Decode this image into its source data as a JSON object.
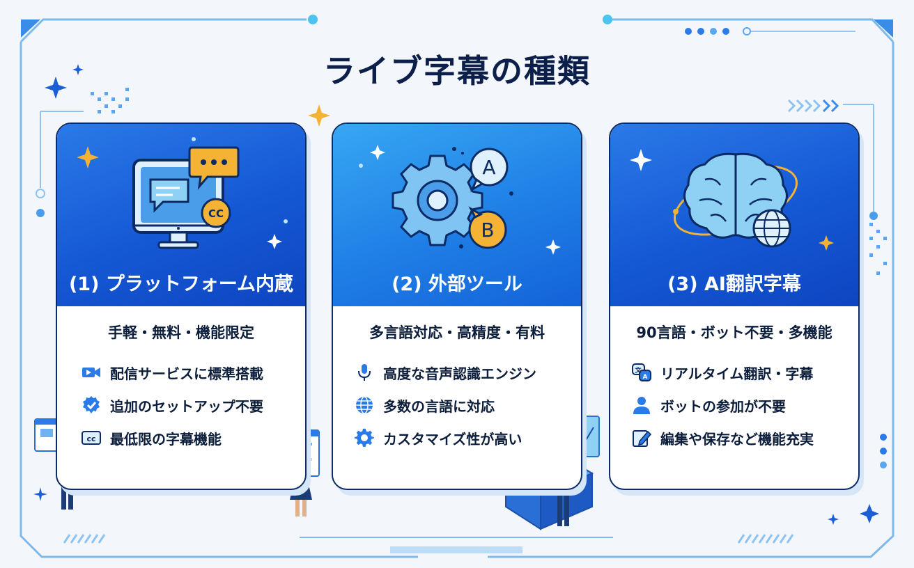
{
  "title": "ライブ字幕の種類",
  "colors": {
    "navy": "#0c1f4a",
    "blue": "#1558d4",
    "accent_gold": "#f5b335",
    "light_blue": "#d4e6f8"
  },
  "cards": [
    {
      "title": "(1) プラットフォーム内蔵",
      "subtitle": "手軽・無料・機能限定",
      "illustration": "monitor-chat-cc-icon",
      "features": [
        {
          "icon": "video-icon",
          "label": "配信サービスに標準搭載"
        },
        {
          "icon": "check-badge-icon",
          "label": "追加のセットアップ不要"
        },
        {
          "icon": "cc-icon",
          "label": "最低限の字幕機能"
        }
      ]
    },
    {
      "title": "(2) 外部ツール",
      "subtitle": "多言語対応・高精度・有料",
      "illustration": "gear-translate-icon",
      "illustration_letters": [
        "A",
        "B"
      ],
      "features": [
        {
          "icon": "microphone-icon",
          "label": "高度な音声認識エンジン"
        },
        {
          "icon": "globe-icon",
          "label": "多数の言語に対応"
        },
        {
          "icon": "gear-icon",
          "label": "カスタマイズ性が高い"
        }
      ]
    },
    {
      "title": "(3) AI翻訳字幕",
      "subtitle": "90言語・ボット不要・多機能",
      "illustration": "brain-globe-icon",
      "features": [
        {
          "icon": "translate-icon",
          "label": "リアルタイム翻訳・字幕"
        },
        {
          "icon": "person-icon",
          "label": "ボットの参加が不要"
        },
        {
          "icon": "edit-icon",
          "label": "編集や保存など機能充実"
        }
      ]
    }
  ],
  "monitor_icon_text": "CC"
}
